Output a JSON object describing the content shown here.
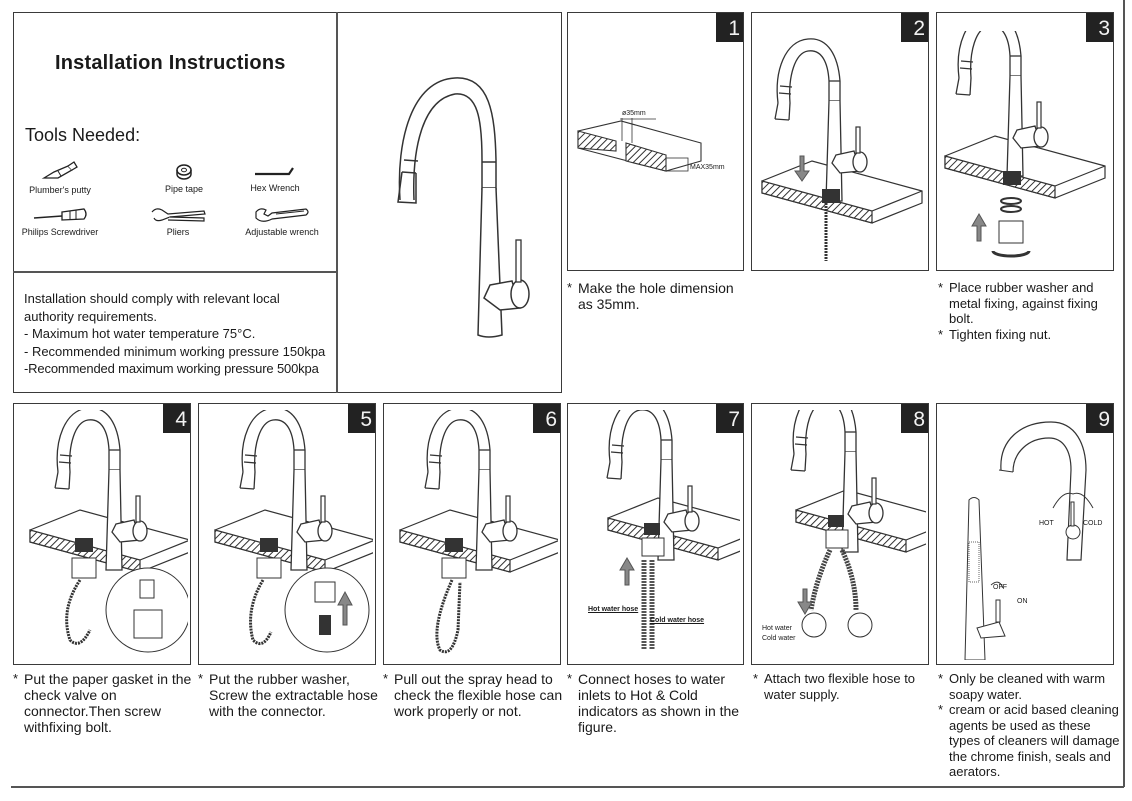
{
  "header": {
    "title": "Installation  Instructions",
    "tools_heading": "Tools Needed:"
  },
  "tools": [
    {
      "label": "Plumber's putty",
      "icon": "putty-tube-icon"
    },
    {
      "label": "Pipe tape",
      "icon": "tape-roll-icon"
    },
    {
      "label": "Hex Wrench",
      "icon": "hex-wrench-icon"
    },
    {
      "label": "Philips Screwdriver",
      "icon": "screwdriver-icon"
    },
    {
      "label": "Pliers",
      "icon": "pliers-icon"
    },
    {
      "label": "Adjustable wrench",
      "icon": "adjustable-wrench-icon"
    }
  ],
  "requirements": {
    "intro": "Installation should comply with relevant local authority requirements.",
    "items": [
      "- Maximum hot water temperature 75°C.",
      "- Recommended minimum working pressure 150kpa",
      "-Recommended maximum working pressure 500kpa"
    ]
  },
  "steps": [
    {
      "number": "1",
      "captions": [
        "Make the hole dimension as 35mm."
      ],
      "labels": {
        "diameter": "ø35mm",
        "thickness": "MAX35mm"
      }
    },
    {
      "number": "2",
      "captions": []
    },
    {
      "number": "3",
      "captions": [
        "Place rubber washer and metal fixing, against fixing bolt.",
        "Tighten fixing nut."
      ]
    },
    {
      "number": "4",
      "captions": [
        "Put  the  paper gasket in the check valve on connector.Then screw withfixing bolt."
      ]
    },
    {
      "number": "5",
      "captions": [
        "Put  the  rubber  washer, Screw  the  extractable hose  with  the  connector."
      ]
    },
    {
      "number": "6",
      "captions": [
        "Pull out the spray head to check the flexible hose can work properly or not."
      ]
    },
    {
      "number": "7",
      "captions": [
        "Connect hoses to water inlets to Hot & Cold indicators as shown in the figure."
      ],
      "labels": {
        "hot": "Hot water hose",
        "cold": "Cold water hose"
      }
    },
    {
      "number": "8",
      "captions": [
        "Attach two flexible hose to water  supply."
      ],
      "labels": {
        "hot": "Hot water",
        "cold": "Cold water"
      }
    },
    {
      "number": "9",
      "captions": [
        "Only be cleaned with warm soapy water.",
        "cream or acid based cleaning agents be used as  these types of cleaners will damage the chrome  finish, seals and aerators."
      ],
      "labels": {
        "hot": "HOT",
        "cold": "COLD",
        "off": "OFF",
        "on": "ON"
      }
    }
  ],
  "bullet": "*",
  "colors": {
    "ink": "#1a1a1a",
    "border": "#3a3a3a",
    "badge": "#222222",
    "hatch": "#333333"
  }
}
